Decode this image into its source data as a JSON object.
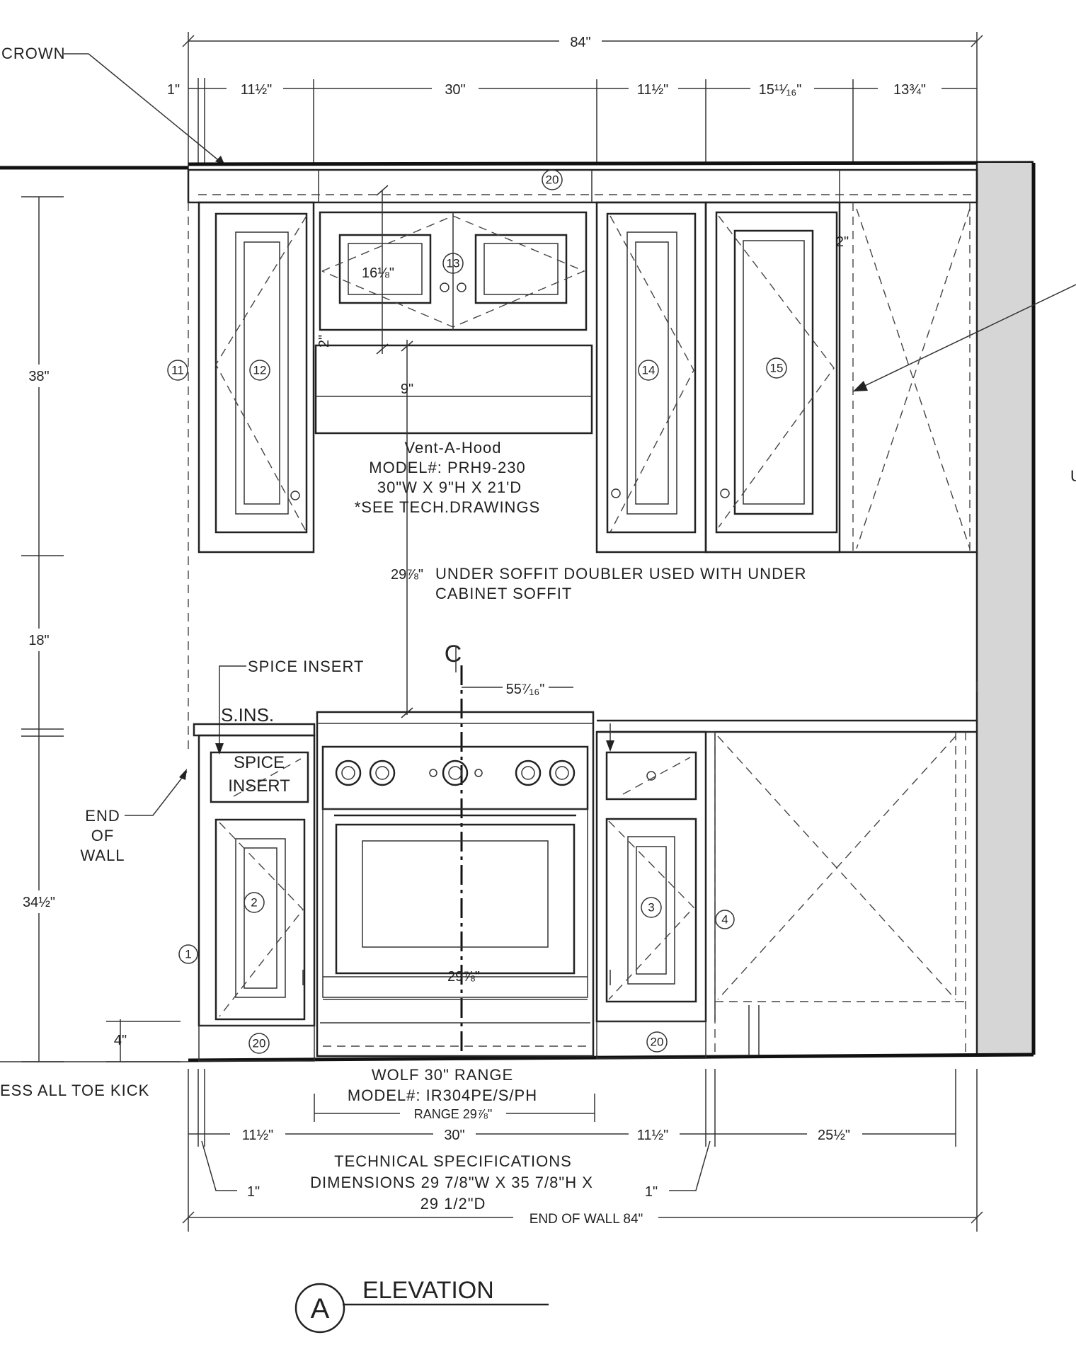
{
  "title": {
    "letter": "A",
    "text": "ELEVATION"
  },
  "top_dims": {
    "overall": "84\"",
    "d1": "1\"",
    "d2": "11½\"",
    "d3": "30\"",
    "d4": "11½\"",
    "d5": "15¹¹⁄₁₆\"",
    "d6": "13¾\""
  },
  "left_dims": {
    "upper": "38\"",
    "gap": "18\"",
    "base": "34½\"",
    "toe": "4\""
  },
  "inner_dims": {
    "mw_height": "16⅛\"",
    "mw_gap": "2\"",
    "hood_height": "9\"",
    "tall_gap": "2\"",
    "hood_center": "29⅞\"",
    "center_offset": "55⁷⁄₁₆\"",
    "range_inner": "29⅞\""
  },
  "labels": {
    "crown": "CROWN",
    "hood_l1": "Vent-A-Hood",
    "hood_l2": "MODEL#: PRH9-230",
    "hood_l3": "30\"W X 9\"H X 21'D",
    "hood_l4": "*SEE TECH.DRAWINGS",
    "soffit_l1": "UNDER SOFFIT DOUBLER USED WITH UNDER",
    "soffit_l2": "CABINET SOFFIT",
    "spice_insert": "SPICE INSERT",
    "s_ins": "S.INS.",
    "spice_box_l1": "SPICE",
    "spice_box_l2": "INSERT",
    "end_wall_l1": "END",
    "end_wall_l2": "OF",
    "end_wall_l3": "WALL",
    "toe_kick": "ESS ALL TOE KICK",
    "centerline": "C",
    "range_l1": "WOLF 30\" RANGE",
    "range_l2": "MODEL#: IR304PE/S/PH",
    "range_l3": "RANGE 29⅞\"",
    "tech_l1": "TECHNICAL SPECIFICATIONS",
    "tech_l2": "DIMENSIONS 29 7/8\"W X 35 7/8\"H X",
    "tech_l3": "29 1/2\"D",
    "bottom_end": "END OF WALL 84\"",
    "right_cut": "U"
  },
  "bottom_dims": {
    "d1": "11½\"",
    "d2": "30\"",
    "d3": "11½\"",
    "d4": "25½\"",
    "left_one": "1\"",
    "right_one": "1\""
  },
  "cabinet_numbers": [
    "20",
    "13",
    "11",
    "12",
    "14",
    "15",
    "1",
    "2",
    "3",
    "4",
    "20",
    "20"
  ]
}
